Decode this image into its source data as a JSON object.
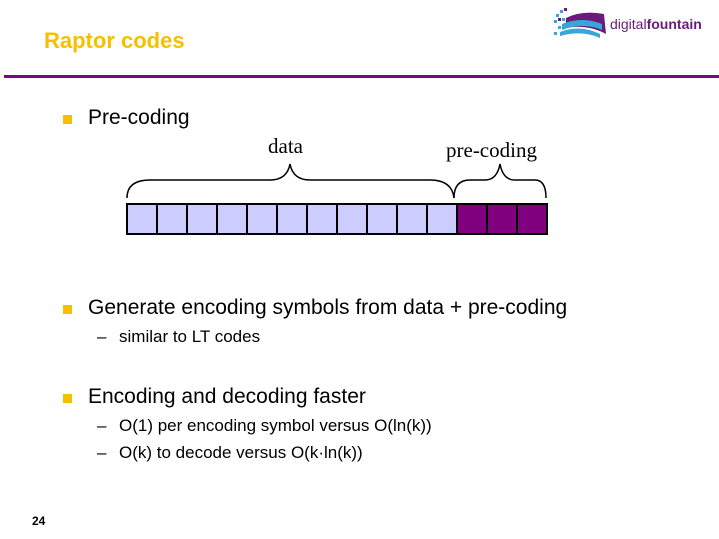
{
  "slide": {
    "title": "Raptor codes",
    "page_number": "24",
    "logo": {
      "icon": "digital-fountain-logo-icon",
      "text_light": "digital",
      "text_bold": "fountain"
    },
    "colors": {
      "title": "#f5c000",
      "rule": "#7a0a7a",
      "bullet": "#f5c000",
      "data_cell": "#ccccff",
      "precoding_cell": "#800080"
    }
  },
  "bullets": [
    {
      "text": "Pre-coding",
      "sub": []
    },
    {
      "text": "Generate encoding symbols from data + pre-coding",
      "sub": [
        "similar to LT codes"
      ]
    },
    {
      "text": "Encoding and decoding faster",
      "sub": [
        "O(1) per encoding symbol versus O(ln(k))",
        "O(k) to decode versus O(k·ln(k))"
      ]
    }
  ],
  "diagram": {
    "data_label": "data",
    "precoding_label": "pre-coding",
    "data_cells": 11,
    "precoding_cells": 3
  }
}
